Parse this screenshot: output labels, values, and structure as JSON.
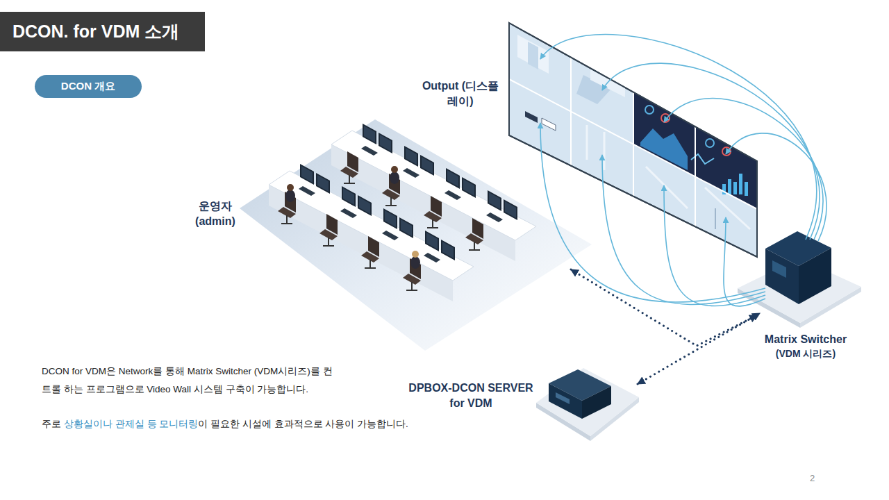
{
  "diagram": {
    "title": "DCON. for VDM 소개",
    "nodes": [
      {
        "text": [
          "DCON 개요"
        ]
      },
      {
        "text": [
          "Output (디스플레이)"
        ]
      },
      {
        "text": [
          "운영자 (admin)"
        ]
      },
      {
        "text": [
          "Matrix Switcher",
          "(VDM 시리즈)"
        ]
      },
      {
        "text": [
          "DPBOX-DCON SERVER for VDM"
        ]
      }
    ],
    "edges": [
      {
        "from": 3,
        "to": 1,
        "arrow": "to"
      },
      {
        "from": 2,
        "to": 3,
        "arrow": "both"
      },
      {
        "from": 4,
        "to": 3,
        "arrow": "both"
      }
    ],
    "labels": [
      "DCON for VDM은 Network를 통해 Matrix Switcher (VDM시리즈)를 컨트롤 하는 프로그램으로 Video Wall 시스템 구축이 가능합니다.",
      "주로",
      "상황실이나 관제실 등 모니터링",
      "이 필요한 시설에 효과적으로 사용이 가능합니다.",
      "2"
    ]
  }
}
